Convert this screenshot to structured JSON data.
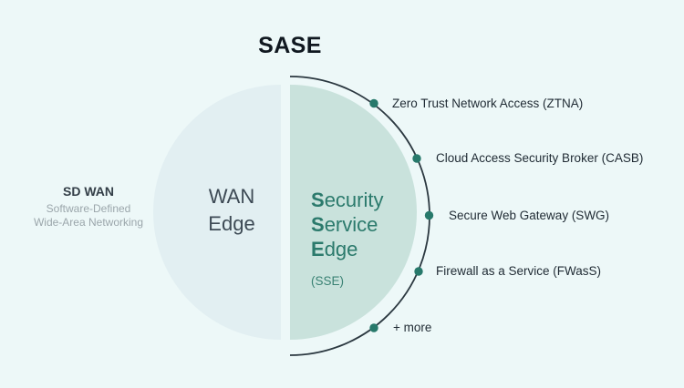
{
  "title": "SASE",
  "colors": {
    "background": "#edf8f8",
    "wan_half_fill": "#e2eff2",
    "sse_half_fill": "#c9e2dc",
    "arc_stroke": "#2b3840",
    "dot_fill": "#27796b",
    "teal_text": "#2b7a6c",
    "dark_text": "#1f2a33",
    "muted_text": "#9ba6ab"
  },
  "sd_wan": {
    "title": "SD WAN",
    "subtitle_line1": "Software-Defined",
    "subtitle_line2": "Wide-Area Networking"
  },
  "wan_edge": {
    "line1": "WAN",
    "line2": "Edge"
  },
  "sse": {
    "words": [
      {
        "first": "S",
        "rest": "ecurity"
      },
      {
        "first": "S",
        "rest": "ervice"
      },
      {
        "first": "E",
        "rest": "dge"
      }
    ],
    "abbrev": "(SSE)"
  },
  "items": [
    {
      "label": "Zero Trust Network Access (ZTNA)"
    },
    {
      "label": "Cloud Access Security Broker (CASB)"
    },
    {
      "label": "Secure Web Gateway (SWG)"
    },
    {
      "label": "Firewall as a Service (FWasS)"
    },
    {
      "label": "+ more"
    }
  ]
}
